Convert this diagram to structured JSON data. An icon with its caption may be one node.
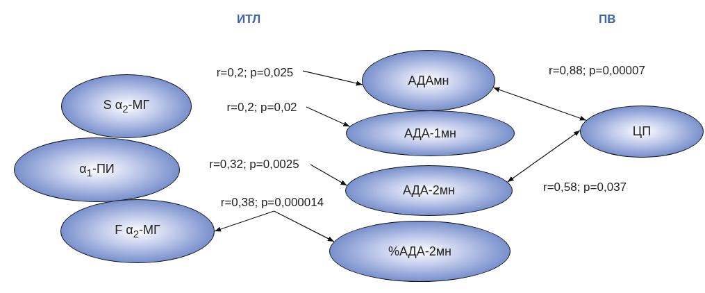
{
  "diagram": {
    "nodes": [
      {
        "text": [
          "S α$_{2}$-МГ"
        ]
      },
      {
        "text": [
          "α$_{1}$-ПИ"
        ]
      },
      {
        "text": [
          "F α$_{2}$-МГ"
        ]
      },
      {
        "text": [
          "r=0,2; p=0,025"
        ]
      },
      {
        "text": [
          "АДАмн"
        ]
      },
      {
        "text": [
          "r=0,2; p=0,02"
        ]
      },
      {
        "text": [
          "АДА-1мн"
        ]
      },
      {
        "text": [
          "r=0,32; p=0,0025"
        ]
      },
      {
        "text": [
          "АДА-2мн"
        ]
      },
      {
        "text": [
          "r=0,38; p=0,000014"
        ]
      },
      {
        "text": [
          "%АДА-2мн"
        ]
      },
      {
        "text": [
          "ЦП"
        ]
      }
    ],
    "edges": [
      {
        "from": 3,
        "to": 4,
        "arrow": "to"
      },
      {
        "from": 5,
        "to": 6,
        "arrow": "to"
      },
      {
        "from": 7,
        "to": 8,
        "arrow": "to"
      },
      {
        "from": 9,
        "to": 2,
        "arrow": "to"
      },
      {
        "from": 9,
        "to": 10,
        "arrow": "to"
      },
      {
        "from": 4,
        "to": 11,
        "arrow": "both",
        "label": "r=0,88; p=0,00007"
      },
      {
        "from": 11,
        "to": 8,
        "arrow": "both",
        "label": "r=0,58; p=0,037"
      }
    ],
    "labels": [
      "ИТЛ",
      "ПВ"
    ]
  }
}
